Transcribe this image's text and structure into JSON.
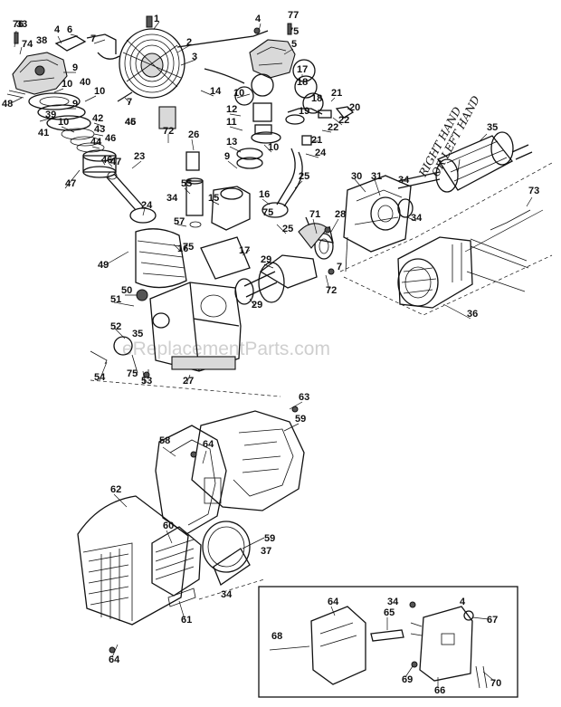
{
  "watermark": "eReplacementParts.com",
  "handwritten_note": [
    "RIGHT HAND",
    "OR LEFT HAND"
  ],
  "callouts": [
    {
      "id": "c1",
      "text": "1"
    },
    {
      "id": "c2",
      "text": "2"
    },
    {
      "id": "c3",
      "text": "3"
    },
    {
      "id": "c4a",
      "text": "4"
    },
    {
      "id": "c4b",
      "text": "4"
    },
    {
      "id": "c4c",
      "text": "4"
    },
    {
      "id": "c5",
      "text": "5"
    },
    {
      "id": "c6",
      "text": "6"
    },
    {
      "id": "c7a",
      "text": "7"
    },
    {
      "id": "c7b",
      "text": "7"
    },
    {
      "id": "c7c",
      "text": "7"
    },
    {
      "id": "c9a",
      "text": "9"
    },
    {
      "id": "c9b",
      "text": "9"
    },
    {
      "id": "c9c",
      "text": "9"
    },
    {
      "id": "c10a",
      "text": "10"
    },
    {
      "id": "c10b",
      "text": "10"
    },
    {
      "id": "c10c",
      "text": "10"
    },
    {
      "id": "c10d",
      "text": "10"
    },
    {
      "id": "c10e",
      "text": "10"
    },
    {
      "id": "c11",
      "text": "11"
    },
    {
      "id": "c12",
      "text": "12"
    },
    {
      "id": "c13",
      "text": "13"
    },
    {
      "id": "c14",
      "text": "14"
    },
    {
      "id": "c15",
      "text": "15"
    },
    {
      "id": "c16a",
      "text": "16"
    },
    {
      "id": "c16b",
      "text": "16"
    },
    {
      "id": "c17a",
      "text": "17"
    },
    {
      "id": "c17b",
      "text": "17"
    },
    {
      "id": "c18a",
      "text": "18"
    },
    {
      "id": "c18b",
      "text": "18"
    },
    {
      "id": "c19",
      "text": "19"
    },
    {
      "id": "c20",
      "text": "20"
    },
    {
      "id": "c21a",
      "text": "21"
    },
    {
      "id": "c21b",
      "text": "21"
    },
    {
      "id": "c22a",
      "text": "22"
    },
    {
      "id": "c22b",
      "text": "22"
    },
    {
      "id": "c23",
      "text": "23"
    },
    {
      "id": "c24a",
      "text": "24"
    },
    {
      "id": "c24b",
      "text": "24"
    },
    {
      "id": "c25a",
      "text": "25"
    },
    {
      "id": "c25b",
      "text": "25"
    },
    {
      "id": "c26",
      "text": "26"
    },
    {
      "id": "c27",
      "text": "27"
    },
    {
      "id": "c28",
      "text": "28"
    },
    {
      "id": "c29a",
      "text": "29"
    },
    {
      "id": "c29b",
      "text": "29"
    },
    {
      "id": "c30",
      "text": "30"
    },
    {
      "id": "c31",
      "text": "31"
    },
    {
      "id": "c33",
      "text": "33"
    },
    {
      "id": "c34a",
      "text": "34"
    },
    {
      "id": "c34b",
      "text": "34"
    },
    {
      "id": "c34c",
      "text": "34"
    },
    {
      "id": "c34d",
      "text": "34"
    },
    {
      "id": "c34e",
      "text": "34"
    },
    {
      "id": "c35a",
      "text": "35"
    },
    {
      "id": "c35b",
      "text": "35"
    },
    {
      "id": "c36",
      "text": "36"
    },
    {
      "id": "c37",
      "text": "37"
    },
    {
      "id": "c38",
      "text": "38"
    },
    {
      "id": "c39",
      "text": "39"
    },
    {
      "id": "c40",
      "text": "40"
    },
    {
      "id": "c41",
      "text": "41"
    },
    {
      "id": "c42",
      "text": "42"
    },
    {
      "id": "c43",
      "text": "43"
    },
    {
      "id": "c44",
      "text": "44"
    },
    {
      "id": "c45",
      "text": "45"
    },
    {
      "id": "c46a",
      "text": "46"
    },
    {
      "id": "c46b",
      "text": "46"
    },
    {
      "id": "c46c",
      "text": "46"
    },
    {
      "id": "c47a",
      "text": "47"
    },
    {
      "id": "c47b",
      "text": "47"
    },
    {
      "id": "c48",
      "text": "48"
    },
    {
      "id": "c49",
      "text": "49"
    },
    {
      "id": "c50",
      "text": "50"
    },
    {
      "id": "c51",
      "text": "51"
    },
    {
      "id": "c52",
      "text": "52"
    },
    {
      "id": "c53",
      "text": "53"
    },
    {
      "id": "c54",
      "text": "54"
    },
    {
      "id": "c55",
      "text": "55"
    },
    {
      "id": "c57",
      "text": "57"
    },
    {
      "id": "c58",
      "text": "58"
    },
    {
      "id": "c59a",
      "text": "59"
    },
    {
      "id": "c59b",
      "text": "59"
    },
    {
      "id": "c60",
      "text": "60"
    },
    {
      "id": "c61",
      "text": "61"
    },
    {
      "id": "c62",
      "text": "62"
    },
    {
      "id": "c63",
      "text": "63"
    },
    {
      "id": "c64a",
      "text": "64"
    },
    {
      "id": "c64b",
      "text": "64"
    },
    {
      "id": "c64c",
      "text": "64"
    },
    {
      "id": "c65",
      "text": "65"
    },
    {
      "id": "c66",
      "text": "66"
    },
    {
      "id": "c67",
      "text": "67"
    },
    {
      "id": "c68",
      "text": "68"
    },
    {
      "id": "c69",
      "text": "69"
    },
    {
      "id": "c70",
      "text": "70"
    },
    {
      "id": "c71",
      "text": "71"
    },
    {
      "id": "c72a",
      "text": "72"
    },
    {
      "id": "c72b",
      "text": "72"
    },
    {
      "id": "c73",
      "text": "73"
    },
    {
      "id": "c74",
      "text": "74"
    },
    {
      "id": "c75a",
      "text": "75"
    },
    {
      "id": "c75b",
      "text": "75"
    },
    {
      "id": "c75c",
      "text": "75"
    },
    {
      "id": "c75d",
      "text": "75"
    },
    {
      "id": "c76",
      "text": "76"
    },
    {
      "id": "c77a",
      "text": "77"
    },
    {
      "id": "c77b",
      "text": "77"
    }
  ]
}
